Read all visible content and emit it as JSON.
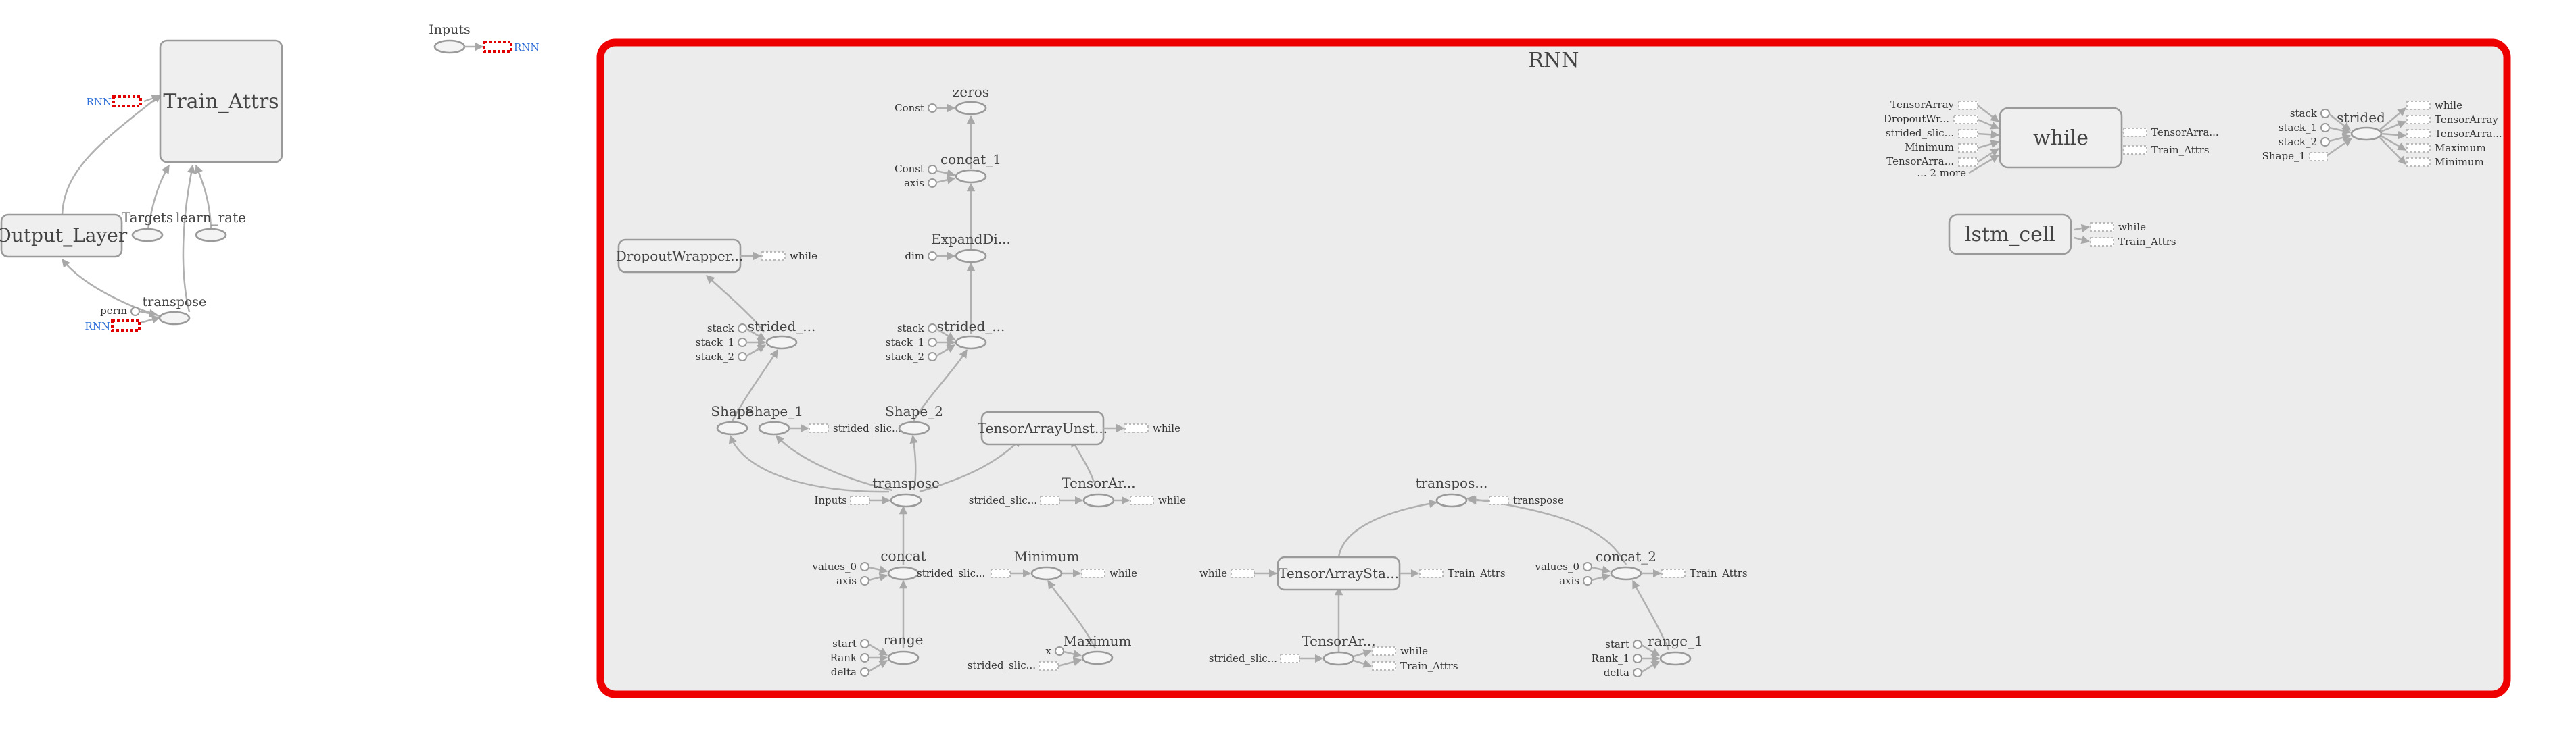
{
  "colors": {
    "highlight": "#ee0000",
    "link": "#2f6fd8",
    "node_stroke": "#9a9a9a",
    "panel": "#ececec"
  },
  "outside": {
    "train_attrs": "Train_Attrs",
    "output_layer": "Output_Layer",
    "targets": "Targets",
    "learn_rate": "learn_rate",
    "transpose": "transpose",
    "perm": "perm",
    "rnn_link_1": "RNN",
    "rnn_link_2": "RNN",
    "inputs": "Inputs",
    "inputs_rnn": "RNN"
  },
  "rnn": {
    "title": "RNN",
    "zeros": "zeros",
    "zeros_const": "Const",
    "concat_1": "concat_1",
    "concat_1_const": "Const",
    "concat_1_axis": "axis",
    "expand_dims": "ExpandDi...",
    "expand_dim": "dim",
    "dropout_wrapper": "DropoutWrapper...",
    "dropout_out": "while",
    "strided_1": "strided_...",
    "strided_1_in": [
      "stack",
      "stack_1",
      "stack_2"
    ],
    "strided_2": "strided_...",
    "strided_2_in": [
      "stack",
      "stack_1",
      "stack_2"
    ],
    "shape": "Shape",
    "shape_1": "Shape_1",
    "shape_1_out": "strided_slic...",
    "shape_2": "Shape_2",
    "tensor_array_unst": "TensorArrayUnst...",
    "tensor_array_unst_out": "while",
    "transpose": "transpose",
    "transpose_in": "Inputs",
    "tensor_ar_1": "TensorAr...",
    "tensor_ar_1_in": "strided_slic...",
    "tensor_ar_1_out": "while",
    "concat": "concat",
    "concat_in": [
      "values_0",
      "axis"
    ],
    "concat_out": "strided_slic...",
    "minimum": "Minimum",
    "minimum_out": "while",
    "range": "range",
    "range_in": [
      "start",
      "Rank",
      "delta"
    ],
    "maximum": "Maximum",
    "maximum_in": [
      "x",
      "strided_slic..."
    ],
    "transpos_top": "transpos...",
    "transpos_top_out": "transpose",
    "tensor_array_sta": "TensorArraySta...",
    "tensor_array_sta_in": "while",
    "tensor_array_sta_out": "Train_Attrs",
    "tensor_ar_2": "TensorAr...",
    "tensor_ar_2_in": "strided_slic...",
    "tensor_ar_2_out": [
      "while",
      "Train_Attrs"
    ],
    "concat_2": "concat_2",
    "concat_2_in": [
      "values_0",
      "axis"
    ],
    "concat_2_out": "Train_Attrs",
    "range_1": "range_1",
    "range_1_in": [
      "start",
      "Rank_1",
      "delta"
    ],
    "while": "while",
    "while_in": [
      "TensorArray",
      "DropoutWr...",
      "strided_slic...",
      "Minimum",
      "TensorArra...",
      "... 2 more"
    ],
    "while_out": [
      "TensorArra...",
      "Train_Attrs"
    ],
    "lstm_cell": "lstm_cell",
    "lstm_cell_out": [
      "while",
      "Train_Attrs"
    ],
    "strided": "strided",
    "strided_in": [
      "stack",
      "stack_1",
      "stack_2",
      "Shape_1"
    ],
    "strided_out": [
      "while",
      "TensorArray",
      "TensorArra...",
      "Maximum",
      "Minimum"
    ]
  }
}
